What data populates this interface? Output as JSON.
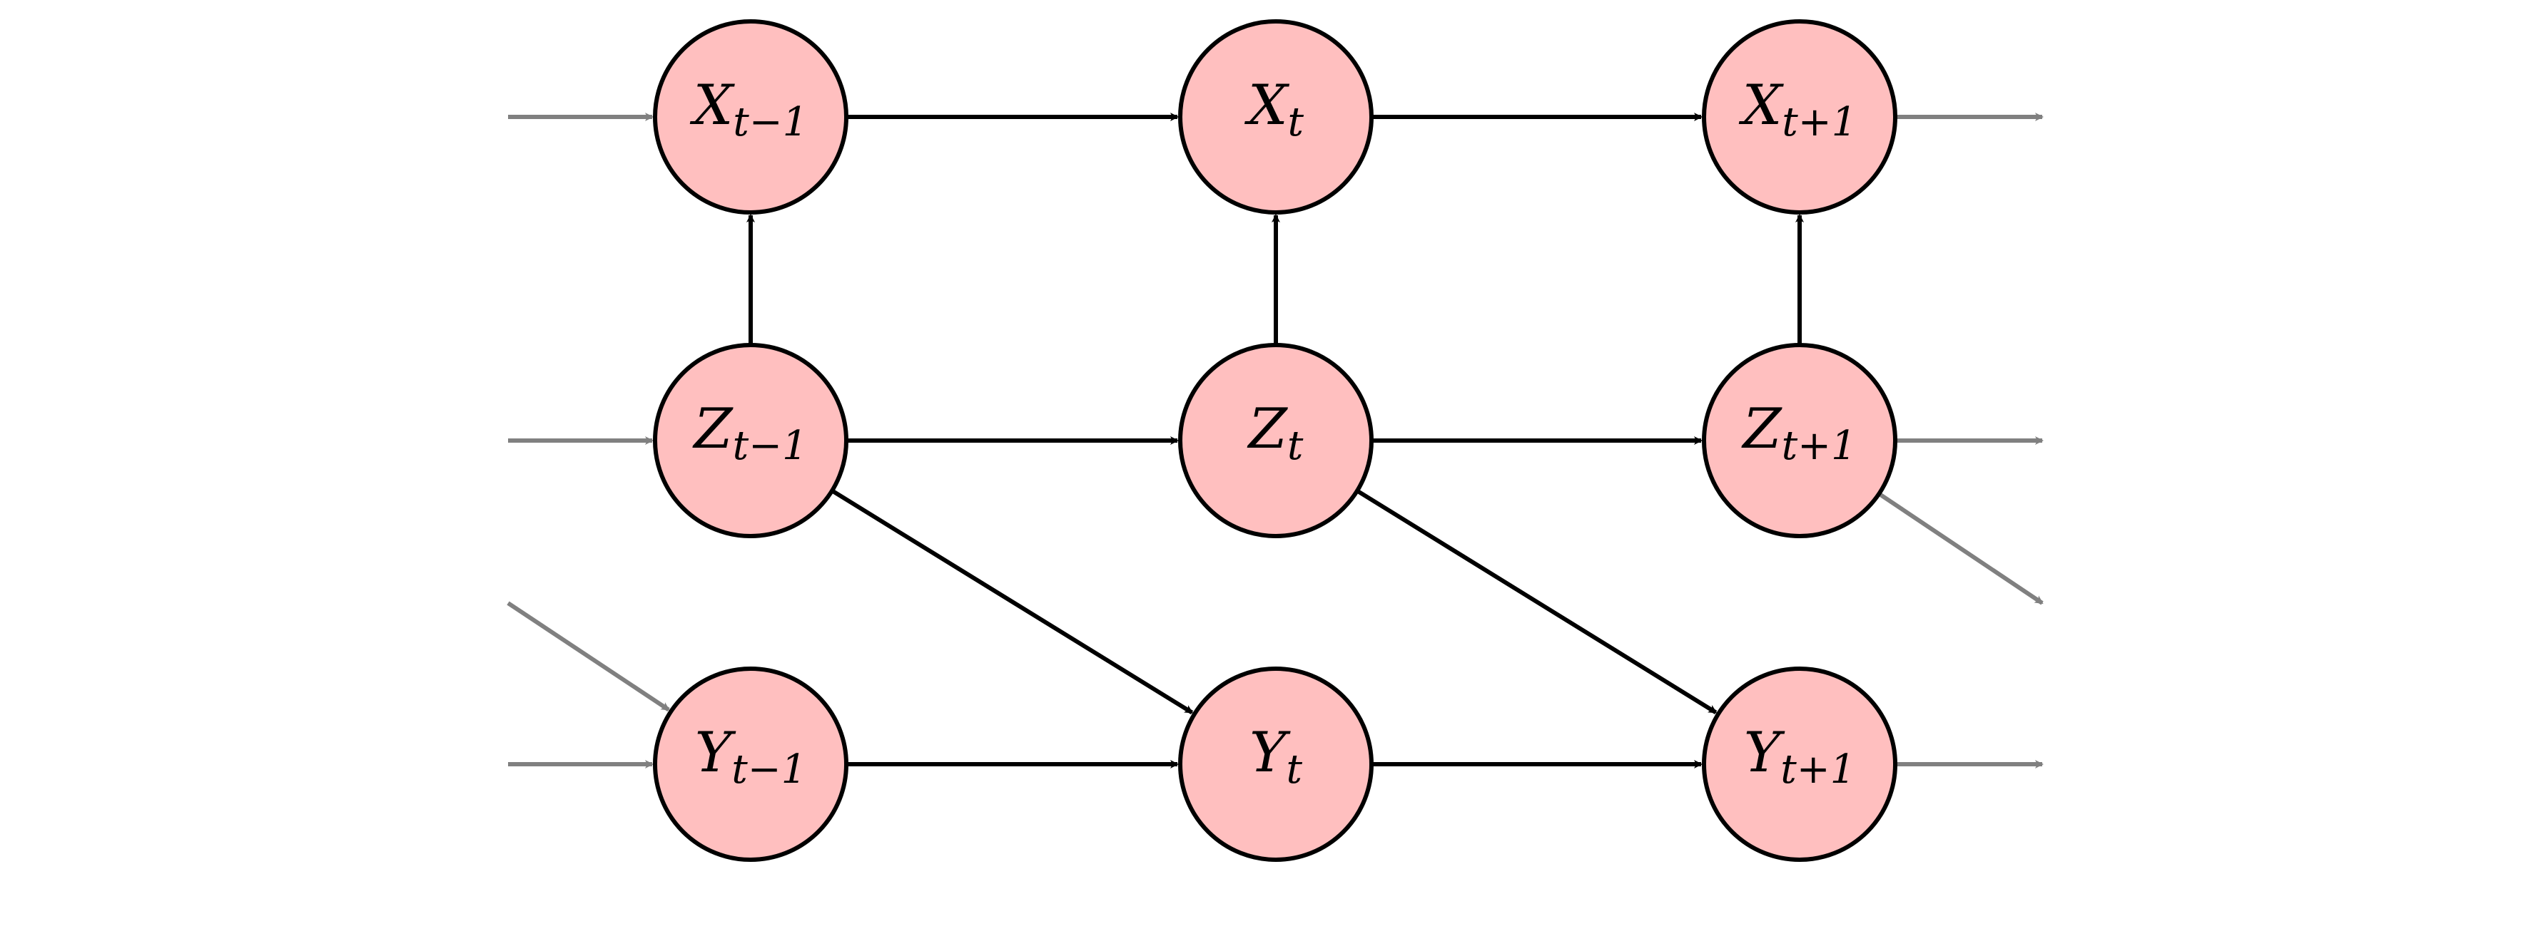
{
  "colors": {
    "node_fill": "#ffbfbf",
    "node_stroke": "#000000",
    "edge_main": "#000000",
    "edge_context": "#808080"
  },
  "nodes": [
    {
      "id": "X_tm1",
      "var": "X",
      "sub": "t−1"
    },
    {
      "id": "X_t",
      "var": "X",
      "sub": "t"
    },
    {
      "id": "X_tp1",
      "var": "X",
      "sub": "t+1"
    },
    {
      "id": "Z_tm1",
      "var": "Z",
      "sub": "t−1"
    },
    {
      "id": "Z_t",
      "var": "Z",
      "sub": "t"
    },
    {
      "id": "Z_tp1",
      "var": "Z",
      "sub": "t+1"
    },
    {
      "id": "Y_tm1",
      "var": "Y",
      "sub": "t−1"
    },
    {
      "id": "Y_t",
      "var": "Y",
      "sub": "t"
    },
    {
      "id": "Y_tp1",
      "var": "Y",
      "sub": "t+1"
    }
  ],
  "edges": [
    {
      "from": "X_tm1",
      "to": "X_t"
    },
    {
      "from": "X_t",
      "to": "X_tp1"
    },
    {
      "from": "Z_tm1",
      "to": "Z_t"
    },
    {
      "from": "Z_t",
      "to": "Z_tp1"
    },
    {
      "from": "Y_tm1",
      "to": "Y_t"
    },
    {
      "from": "Y_t",
      "to": "Y_tp1"
    },
    {
      "from": "Z_tm1",
      "to": "X_tm1"
    },
    {
      "from": "Z_t",
      "to": "X_t"
    },
    {
      "from": "Z_tp1",
      "to": "X_tp1"
    },
    {
      "from": "Z_tm1",
      "to": "Y_t"
    },
    {
      "from": "Z_t",
      "to": "Y_tp1"
    }
  ],
  "context_edges": [
    {
      "node": "X_tm1",
      "direction": "incoming-from-left"
    },
    {
      "node": "Z_tm1",
      "direction": "incoming-from-left"
    },
    {
      "node": "Y_tm1",
      "direction": "incoming-from-left"
    },
    {
      "node": "Y_tm1",
      "direction": "incoming-diagonal-from-upper-left"
    },
    {
      "node": "X_tp1",
      "direction": "outgoing-to-right"
    },
    {
      "node": "Z_tp1",
      "direction": "outgoing-to-right"
    },
    {
      "node": "Y_tp1",
      "direction": "outgoing-to-right"
    },
    {
      "node": "Z_tp1",
      "direction": "outgoing-diagonal-to-lower-right"
    }
  ]
}
